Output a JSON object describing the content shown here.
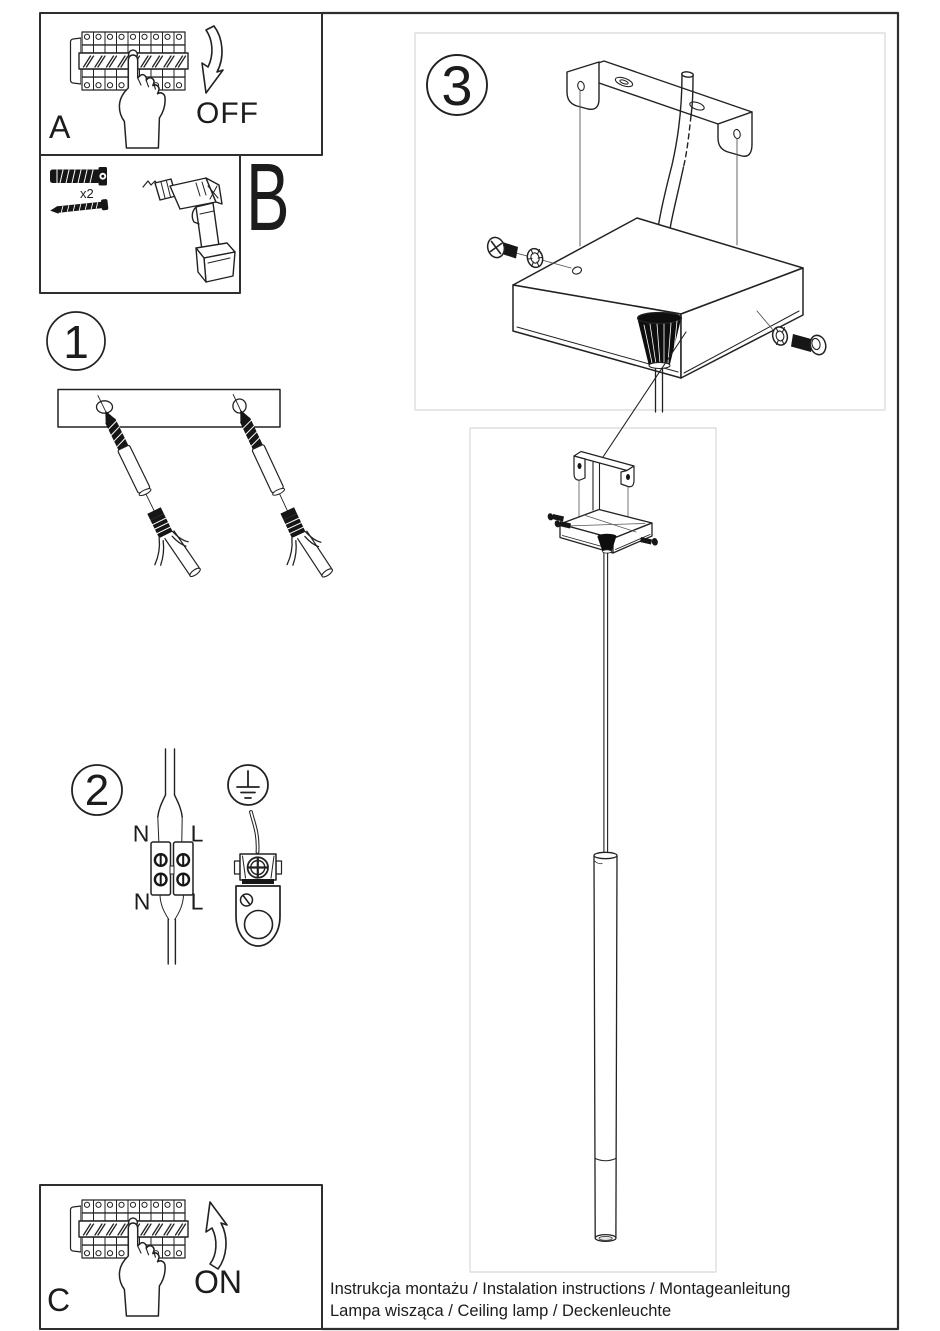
{
  "sheet": {
    "footer": {
      "line1": "Instrukcja montażu / Instalation instructions / Montageanleitung",
      "line2": "Lampa wisząca / Ceiling lamp / Deckenleuchte"
    }
  },
  "steps": {
    "a": {
      "label": "A",
      "action": "OFF"
    },
    "b": {
      "label": "B",
      "anchor_quantity": "x2"
    },
    "c": {
      "label": "C",
      "action": "ON"
    },
    "s1": {
      "number": "1"
    },
    "s2": {
      "number": "2",
      "terminals": {
        "top_neutral": "N",
        "top_live": "L",
        "bottom_neutral": "N",
        "bottom_live": "L"
      }
    },
    "s3": {
      "number": "3"
    }
  },
  "colors": {
    "line": "#222222",
    "dark_fill": "#161616",
    "border_dark": "#333333",
    "border_light": "#dedede",
    "background": "#ffffff"
  }
}
